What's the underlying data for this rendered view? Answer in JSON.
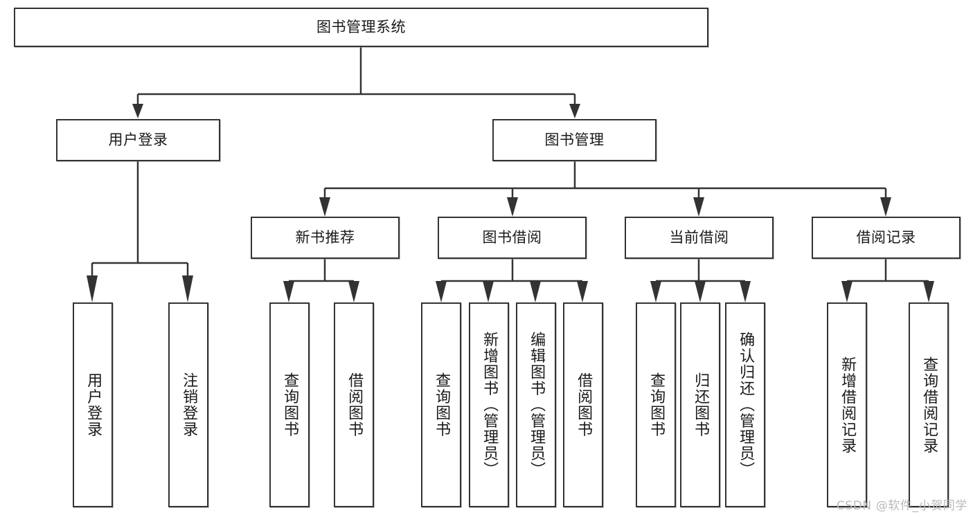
{
  "diagram": {
    "title_node": {
      "id": "root",
      "label": "图书管理系统"
    },
    "level2": [
      {
        "id": "user-login",
        "label": "用户登录"
      },
      {
        "id": "book-manage",
        "label": "图书管理"
      }
    ],
    "level3": [
      {
        "id": "new-book-recommend",
        "label": "新书推荐"
      },
      {
        "id": "book-borrow",
        "label": "图书借阅"
      },
      {
        "id": "current-borrow",
        "label": "当前借阅"
      },
      {
        "id": "borrow-record",
        "label": "借阅记录"
      }
    ],
    "leaves": {
      "user_login": [
        {
          "id": "leaf-user-login",
          "label": "用户登录"
        },
        {
          "id": "leaf-logout-login",
          "label": "注销登录"
        }
      ],
      "new_book_recommend": [
        {
          "id": "leaf-query-book-1",
          "label": "查询图书"
        },
        {
          "id": "leaf-borrow-book-1",
          "label": "借阅图书"
        }
      ],
      "book_borrow": [
        {
          "id": "leaf-query-book-2",
          "label": "查询图书"
        },
        {
          "id": "leaf-add-book",
          "label": "新增图书（管理员）"
        },
        {
          "id": "leaf-edit-book",
          "label": "编辑图书（管理员）"
        },
        {
          "id": "leaf-borrow-book-2",
          "label": "借阅图书"
        }
      ],
      "current_borrow": [
        {
          "id": "leaf-query-book-3",
          "label": "查询图书"
        },
        {
          "id": "leaf-return-book",
          "label": "归还图书"
        },
        {
          "id": "leaf-confirm-return",
          "label": "确认归还（管理员）"
        }
      ],
      "borrow_record": [
        {
          "id": "leaf-add-record",
          "label": "新增借阅记录"
        },
        {
          "id": "leaf-query-record",
          "label": "查询借阅记录"
        }
      ]
    }
  },
  "watermark": {
    "text": "CSDN @软件_小贺同学"
  },
  "colors": {
    "border": "#333333",
    "background": "#ffffff",
    "text": "#1a1a1a",
    "watermark": "#b9b9b9"
  }
}
